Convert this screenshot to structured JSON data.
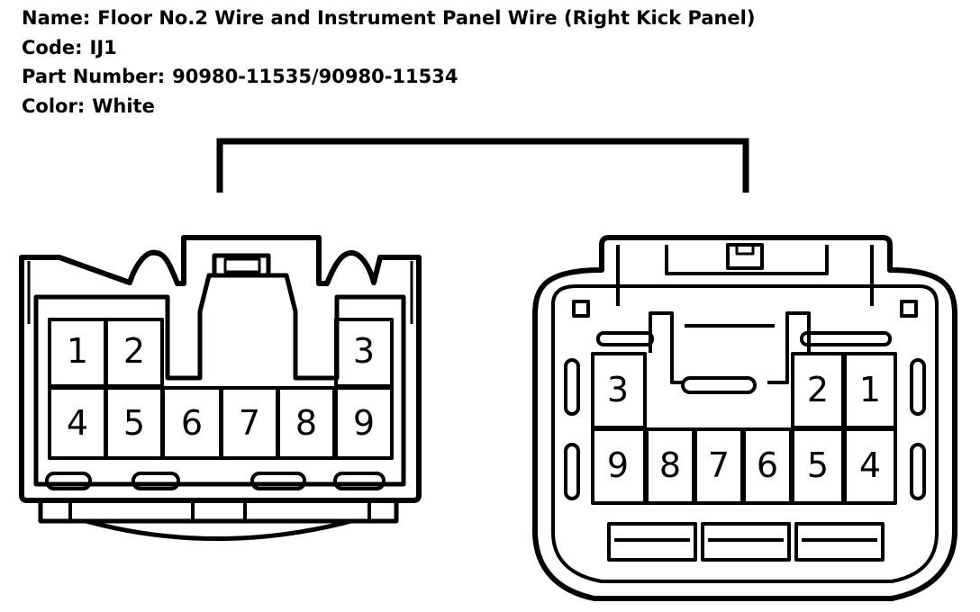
{
  "info": {
    "name_label": "Name:",
    "name_value": "Floor No.2 Wire and Instrument Panel Wire (Right Kick Panel)",
    "code_label": "Code:",
    "code_value": "IJ1",
    "part_label": "Part Number:",
    "part_value": "90980-11535/90980-11534",
    "color_label": "Color:",
    "color_value": "White"
  },
  "connectors": {
    "left": {
      "top_row": [
        "1",
        "2",
        "3"
      ],
      "bottom_row": [
        "4",
        "5",
        "6",
        "7",
        "8",
        "9"
      ]
    },
    "right": {
      "top_row": [
        "3",
        "2",
        "1"
      ],
      "bottom_row": [
        "9",
        "8",
        "7",
        "6",
        "5",
        "4"
      ]
    }
  }
}
